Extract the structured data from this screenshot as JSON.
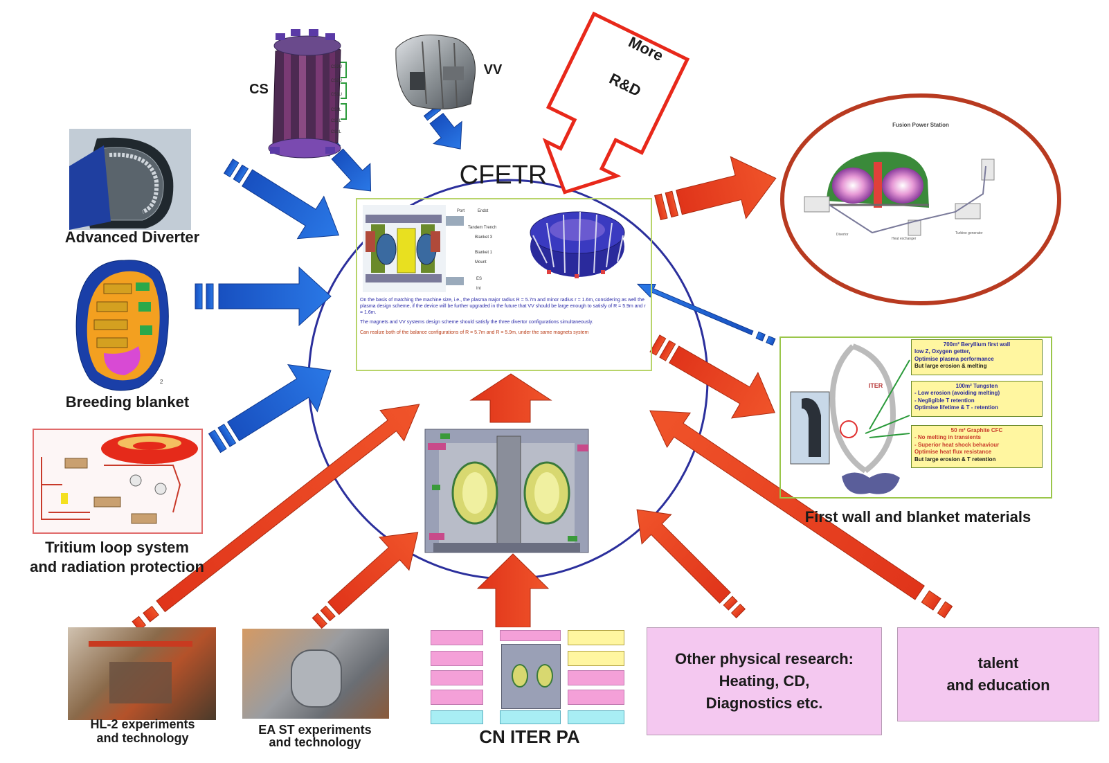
{
  "center": {
    "title": "CFETR",
    "paragraphs": [
      "On the basis of matching the machine size, i.e., the plasma major radius R = 5.7m and minor radius r = 1.6m, considering as well the plasma design scheme, if the device will be further upgraded in the future that VV should be large enough to satisfy of R = 5.9m and r = 1.6m.",
      "The magnets and VV systems design scheme should satisfy the three divertor configurations simultaneously.",
      "Can realize both of the balance configurations of R = 5.7m and R = 5.9m, under the same magnets system"
    ]
  },
  "callout": {
    "line1": "More",
    "line2": "R&D"
  },
  "labels": {
    "cs": "CS",
    "vv": "VV",
    "diverter": "Advanced Diverter",
    "blanket": "Breeding blanket",
    "tritium_line1": "Tritium loop system",
    "tritium_line2": "and radiation protection",
    "firstwall": "First wall and blanket materials",
    "hl2_line1": "HL-2 experiments",
    "hl2_line2": "and technology",
    "east_line1": "EA ST experiments",
    "east_line2": "and technology",
    "cniter": "CN ITER PA"
  },
  "boxes": {
    "other_line1": "Other physical research:",
    "other_line2": "Heating, CD,",
    "other_line3": "Diagnostics etc.",
    "talent_line1": "talent",
    "talent_line2": "and education"
  },
  "fusion_station": {
    "title": "Fusion Power Station"
  },
  "iter_panel": {
    "iter_label": "ITER",
    "box1": [
      "700m² Beryllium first wall",
      "low Z, Oxygen getter,",
      "Optimise plasma performance",
      "But large erosion & melting"
    ],
    "box2": [
      "100m² Tungsten",
      "- Low erosion (avoiding melting)",
      "- Negligible T retention",
      "Optimise lifetime & T - retention"
    ],
    "box3": [
      "50 m² Graphite CFC",
      "- No melting in transients",
      "- Superior heat shock behaviour",
      "Optimise heat flux resistance",
      "But large erosion & T retention"
    ]
  },
  "colors": {
    "blue_arrow": "#1f66d6",
    "red_arrow": "#e8401a",
    "circle": "#2b2f9c",
    "pink": "#f4c8f0",
    "callout": "#e8281a"
  }
}
